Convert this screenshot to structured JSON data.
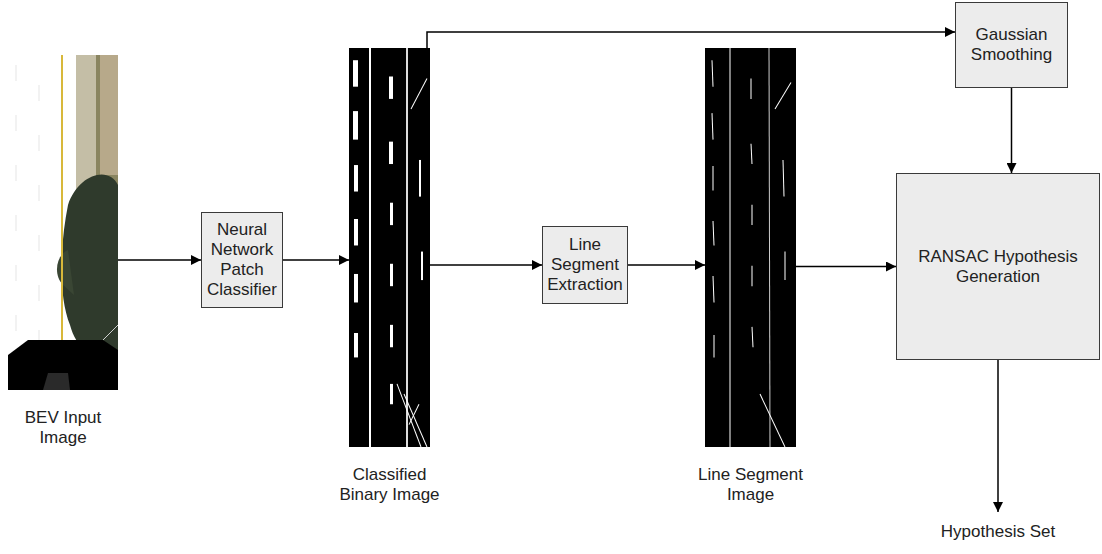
{
  "diagram": {
    "nodes": [
      {
        "text": [
          "BEV Input Image"
        ]
      },
      {
        "text": [
          "Neural Network Patch Classifier"
        ]
      },
      {
        "text": [
          "Classified Binary Image"
        ]
      },
      {
        "text": [
          "Line Segment Extraction"
        ]
      },
      {
        "text": [
          "Line Segment Image"
        ]
      },
      {
        "text": [
          "Gaussian Smoothing"
        ]
      },
      {
        "text": [
          "RANSAC Hypothesis Generation"
        ]
      }
    ],
    "edges": [
      {
        "from": 0,
        "to": 1,
        "arrow": "to"
      },
      {
        "from": 1,
        "to": 2,
        "arrow": "to"
      },
      {
        "from": 2,
        "to": 3,
        "arrow": "to"
      },
      {
        "from": 3,
        "to": 4,
        "arrow": "to"
      },
      {
        "from": 2,
        "to": 5,
        "arrow": "to"
      },
      {
        "from": 4,
        "to": 6,
        "arrow": "to"
      },
      {
        "from": 5,
        "to": 6,
        "arrow": "to"
      }
    ],
    "labels": [
      "Hypothesis Set"
    ]
  }
}
